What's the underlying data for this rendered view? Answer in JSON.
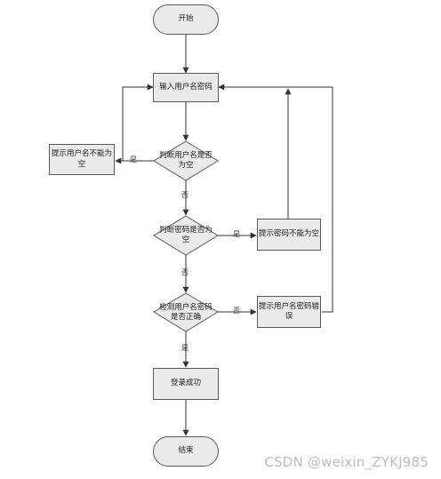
{
  "nodes": {
    "start": "开始",
    "input": "输入用户名密码",
    "check_user_empty": "判断用户名是否为空",
    "prompt_user_empty": "提示用户名不能为空",
    "check_pwd_empty": "判断密码是否为空",
    "prompt_pwd_empty": "提示密码不能为空",
    "check_correct": "检测用户名密码是否正确",
    "prompt_wrong": "提示用户名密码错误",
    "login_ok": "登录成功",
    "end": "结束"
  },
  "labels": {
    "yes_1": "是",
    "no_1": "否",
    "yes_2": "是",
    "no_2": "否",
    "no_3": "否",
    "yes_3": "是"
  },
  "watermark": "CSDN @weixin_ZYKJ985",
  "colors": {
    "fill": "#eaeaea",
    "stroke": "#5a5a5a",
    "line": "#333333"
  }
}
